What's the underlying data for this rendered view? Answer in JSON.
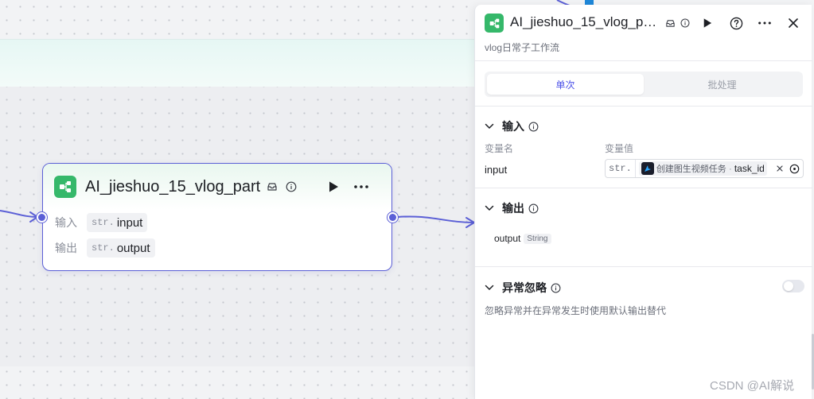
{
  "node": {
    "title": "AI_jieshuo_15_vlog_part",
    "rows": [
      {
        "label": "输入",
        "type": "str.",
        "name": "input"
      },
      {
        "label": "输出",
        "type": "str.",
        "name": "output"
      }
    ]
  },
  "panel": {
    "title": "AI_jieshuo_15_vlog_p…",
    "subtitle": "vlog日常子工作流",
    "tabs": [
      "单次",
      "批处理"
    ],
    "input_section": {
      "title": "输入",
      "col_name": "变量名",
      "col_value": "变量值",
      "var_name": "input",
      "var_type": "str.",
      "ref_node": "创建图生视频任务",
      "ref_sep": "·",
      "ref_field": "task_id"
    },
    "output_section": {
      "title": "输出",
      "var_name": "output",
      "var_type": "String"
    },
    "error_section": {
      "title": "异常忽略",
      "desc": "忽略异常并在异常发生时使用默认输出替代",
      "enabled": false
    }
  },
  "watermark": "CSDN @AI解说",
  "colors": {
    "accent": "#5b5fd6",
    "node_icon": "#35b86a",
    "tab_active": "#4d53e8"
  }
}
